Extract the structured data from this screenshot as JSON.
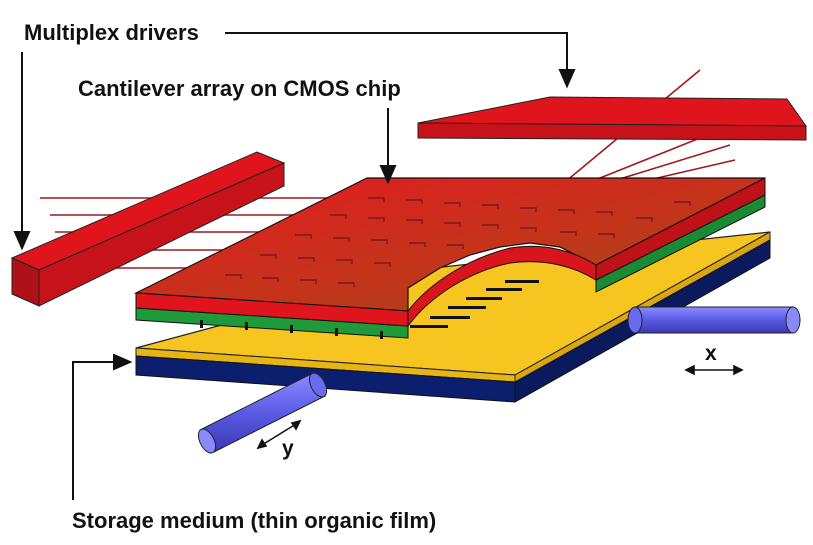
{
  "labels": {
    "multiplex_drivers": "Multiplex drivers",
    "cantilever_array": "Cantilever array on CMOS chip",
    "storage_medium": "Storage medium (thin organic film)",
    "axis_x": "x",
    "axis_y": "y"
  },
  "colors": {
    "red": "#e0141c",
    "red_dark": "#8e0a10",
    "green": "#1f9a3a",
    "yellow": "#f6c51f",
    "navy": "#0c1f6e",
    "blue_rod": "#5a5ae6",
    "wire": "#a01820"
  }
}
